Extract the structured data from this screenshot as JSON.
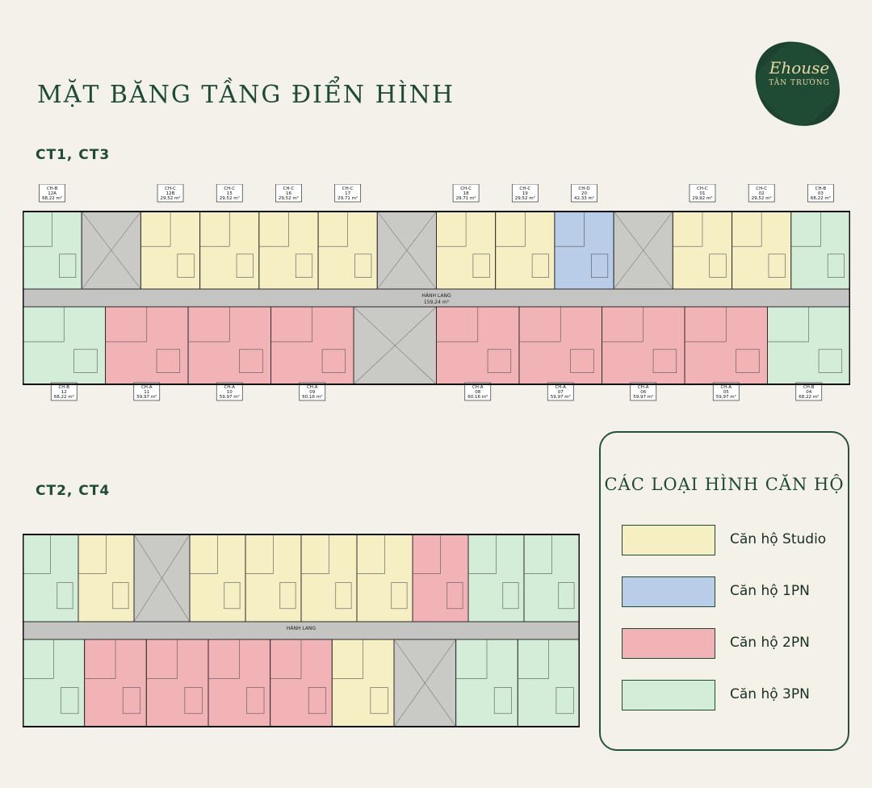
{
  "title": "MẶT BĂNG TẦNG ĐIỂN HÌNH",
  "logo": {
    "brand": "Ehouse",
    "place": "TÂN TRƯỜNG"
  },
  "colors": {
    "studio": "#f7efc4",
    "one_pn": "#b9cde9",
    "two_pn": "#f2b3b7",
    "three_pn": "#d4edd9",
    "frame": "#1f4a33"
  },
  "plans": [
    {
      "label": "CT1, CT3",
      "corridor_label": "HÀNH LANG",
      "corridor_area": "159,24 m²",
      "top_units": [
        {
          "code": "CH-B",
          "no": "12A",
          "area": "68,22 m²",
          "type": "three_pn"
        },
        {
          "code": "",
          "no": "",
          "area": "",
          "type": "core"
        },
        {
          "code": "CH-C",
          "no": "12B",
          "area": "29,52 m²",
          "type": "studio"
        },
        {
          "code": "CH-C",
          "no": "15",
          "area": "29,52 m²",
          "type": "studio"
        },
        {
          "code": "CH-C",
          "no": "16",
          "area": "29,52 m²",
          "type": "studio"
        },
        {
          "code": "CH-C",
          "no": "17",
          "area": "29,71 m²",
          "type": "studio"
        },
        {
          "code": "",
          "no": "",
          "area": "",
          "type": "core"
        },
        {
          "code": "CH-C",
          "no": "18",
          "area": "29,71 m²",
          "type": "studio"
        },
        {
          "code": "CH-C",
          "no": "19",
          "area": "29,52 m²",
          "type": "studio"
        },
        {
          "code": "CH-D",
          "no": "20",
          "area": "42,33 m²",
          "type": "one_pn"
        },
        {
          "code": "",
          "no": "",
          "area": "",
          "type": "core"
        },
        {
          "code": "CH-C",
          "no": "01",
          "area": "29,92 m²",
          "type": "studio"
        },
        {
          "code": "CH-C",
          "no": "02",
          "area": "29,52 m²",
          "type": "studio"
        },
        {
          "code": "CH-B",
          "no": "03",
          "area": "68,22 m²",
          "type": "three_pn"
        }
      ],
      "bottom_units": [
        {
          "code": "CH-B",
          "no": "12",
          "area": "68,22 m²",
          "type": "three_pn"
        },
        {
          "code": "CH-A",
          "no": "11",
          "area": "59,97 m²",
          "type": "two_pn"
        },
        {
          "code": "CH-A",
          "no": "10",
          "area": "59,97 m²",
          "type": "two_pn"
        },
        {
          "code": "CH-A",
          "no": "09",
          "area": "60,16 m²",
          "type": "two_pn"
        },
        {
          "code": "",
          "no": "",
          "area": "",
          "type": "core"
        },
        {
          "code": "CH-A",
          "no": "08",
          "area": "60,16 m²",
          "type": "two_pn"
        },
        {
          "code": "CH-A",
          "no": "07",
          "area": "59,97 m²",
          "type": "two_pn"
        },
        {
          "code": "CH-A",
          "no": "06",
          "area": "59,97 m²",
          "type": "two_pn"
        },
        {
          "code": "CH-A",
          "no": "05",
          "area": "59,97 m²",
          "type": "two_pn"
        },
        {
          "code": "CH-B",
          "no": "04",
          "area": "68,22 m²",
          "type": "three_pn"
        }
      ]
    },
    {
      "label": "CT2, CT4",
      "corridor_label": "HÀNH LANG",
      "corridor_area": "",
      "top_units": [
        {
          "code": "",
          "no": "",
          "area": "",
          "type": "three_pn"
        },
        {
          "code": "",
          "no": "",
          "area": "",
          "type": "studio"
        },
        {
          "code": "",
          "no": "",
          "area": "",
          "type": "core"
        },
        {
          "code": "",
          "no": "",
          "area": "",
          "type": "studio"
        },
        {
          "code": "",
          "no": "",
          "area": "",
          "type": "studio"
        },
        {
          "code": "",
          "no": "",
          "area": "",
          "type": "studio"
        },
        {
          "code": "",
          "no": "",
          "area": "",
          "type": "studio"
        },
        {
          "code": "",
          "no": "",
          "area": "",
          "type": "two_pn"
        },
        {
          "code": "",
          "no": "",
          "area": "",
          "type": "three_pn"
        },
        {
          "code": "",
          "no": "",
          "area": "",
          "type": "three_pn"
        }
      ],
      "bottom_units": [
        {
          "code": "",
          "no": "",
          "area": "",
          "type": "three_pn"
        },
        {
          "code": "",
          "no": "",
          "area": "",
          "type": "two_pn"
        },
        {
          "code": "",
          "no": "",
          "area": "",
          "type": "two_pn"
        },
        {
          "code": "",
          "no": "",
          "area": "",
          "type": "two_pn"
        },
        {
          "code": "",
          "no": "",
          "area": "",
          "type": "two_pn"
        },
        {
          "code": "",
          "no": "",
          "area": "",
          "type": "studio"
        },
        {
          "code": "",
          "no": "",
          "area": "",
          "type": "core"
        },
        {
          "code": "",
          "no": "",
          "area": "",
          "type": "three_pn"
        },
        {
          "code": "",
          "no": "",
          "area": "",
          "type": "three_pn"
        }
      ]
    }
  ],
  "legend": {
    "title": "CÁC LOẠI HÌNH CĂN HỘ",
    "items": [
      {
        "label": "Căn hộ Studio",
        "type": "studio"
      },
      {
        "label": "Căn hộ 1PN",
        "type": "one_pn"
      },
      {
        "label": "Căn hộ 2PN",
        "type": "two_pn"
      },
      {
        "label": "Căn hộ 3PN",
        "type": "three_pn"
      }
    ]
  }
}
